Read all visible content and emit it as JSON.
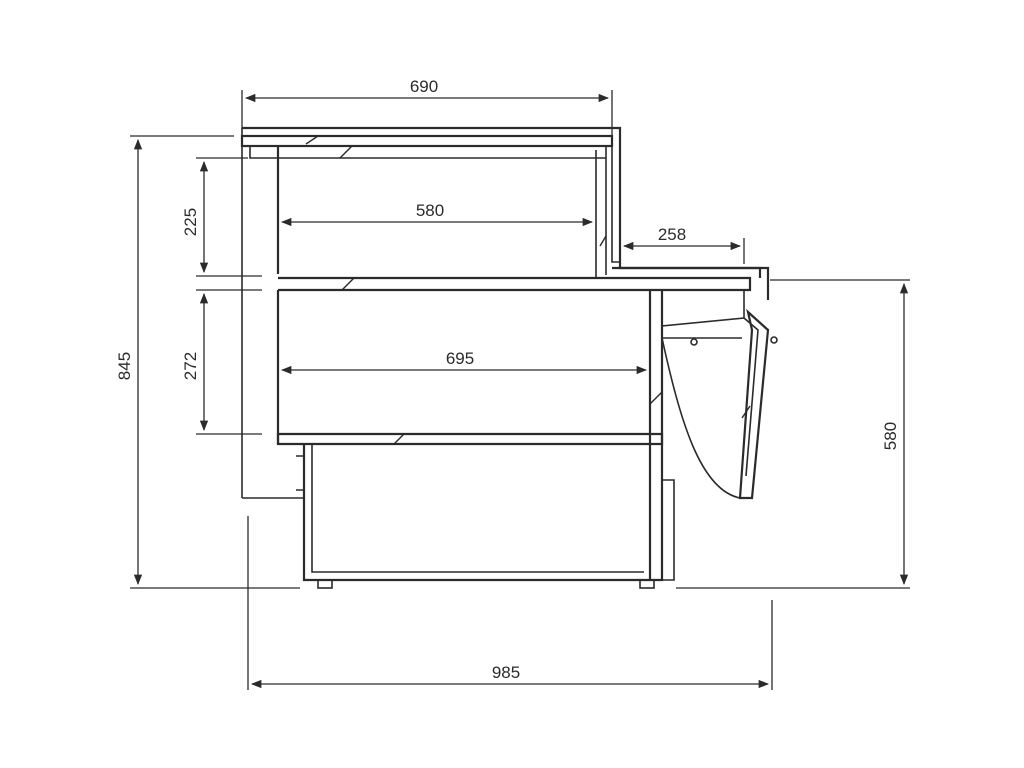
{
  "dimensions": {
    "top_width": "690",
    "shelf_upper_width": "580",
    "shelf_lower_width": "695",
    "front_depth": "258",
    "upper_height": "225",
    "lower_height": "272",
    "total_height": "845",
    "counter_height": "580",
    "total_depth": "985"
  },
  "colors": {
    "line": "#2b2b2b",
    "background": "#ffffff"
  }
}
